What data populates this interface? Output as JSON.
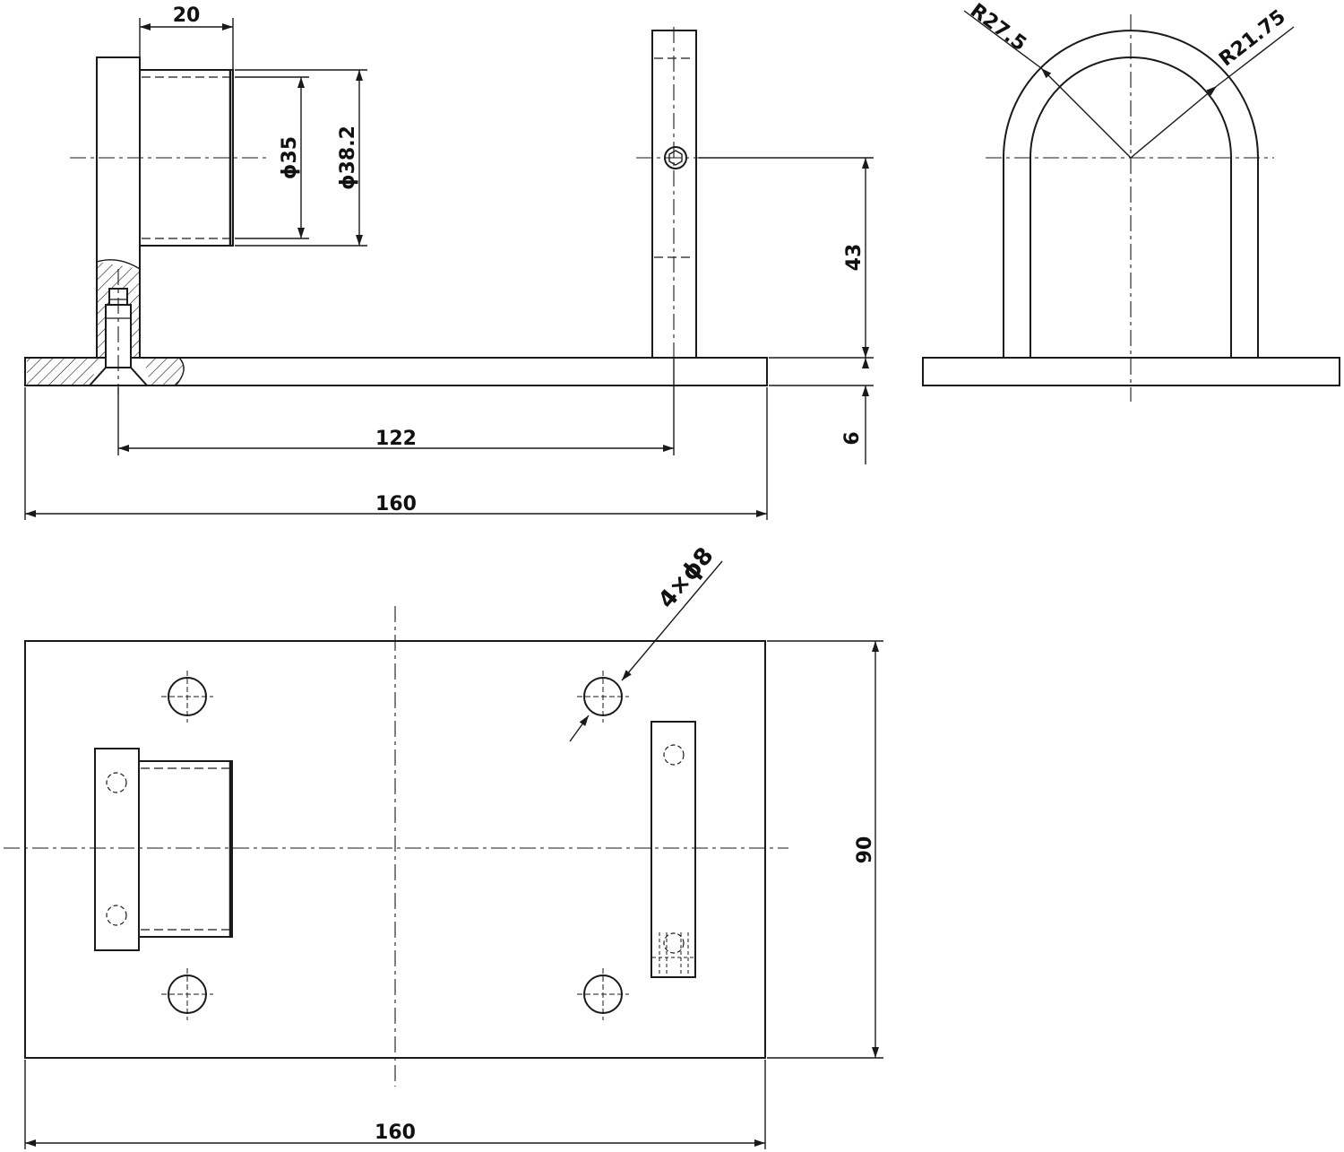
{
  "colors": {
    "line": "#1a1a1a",
    "background": "#ffffff"
  },
  "dimensions": {
    "shaft_length": "20",
    "inner_diameter": "ϕ35",
    "outer_diameter": "ϕ38.2",
    "bar_height": "43",
    "plate_thickness": "6",
    "hole_spacing": "122",
    "overall_length_front": "160",
    "radius_outer": "R27.5",
    "radius_inner": "R21.75",
    "holes_callout": "4×ϕ8",
    "plate_width": "90",
    "overall_length_top": "160"
  }
}
